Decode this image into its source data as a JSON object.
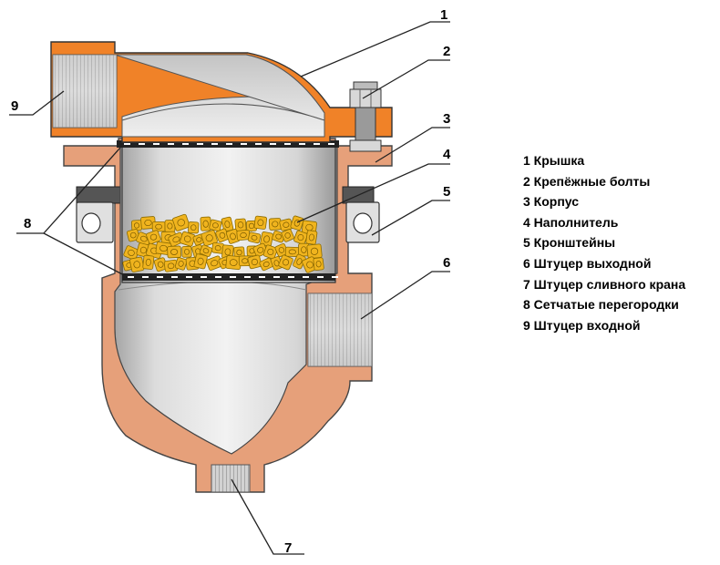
{
  "callouts": {
    "c1": "1",
    "c2": "2",
    "c3": "3",
    "c4": "4",
    "c5": "5",
    "c6": "6",
    "c7": "7",
    "c8": "8",
    "c9": "9"
  },
  "legend": [
    "1 Крышка",
    "2 Крепёжные болты",
    "3 Корпус",
    "4 Наполнитель",
    "5 Кронштейны",
    "6 Штуцер выходной",
    "7 Штуцер сливного крана",
    "8 Сетчатые перегородки",
    "9 Штуцер входной"
  ],
  "colors": {
    "lid": "#f08228",
    "body": "#e6a07a",
    "steel_light": "#e8e8e8",
    "steel_dark": "#9a9a9a",
    "filler": "#f0b41e",
    "thread": "#b4b4b4"
  }
}
